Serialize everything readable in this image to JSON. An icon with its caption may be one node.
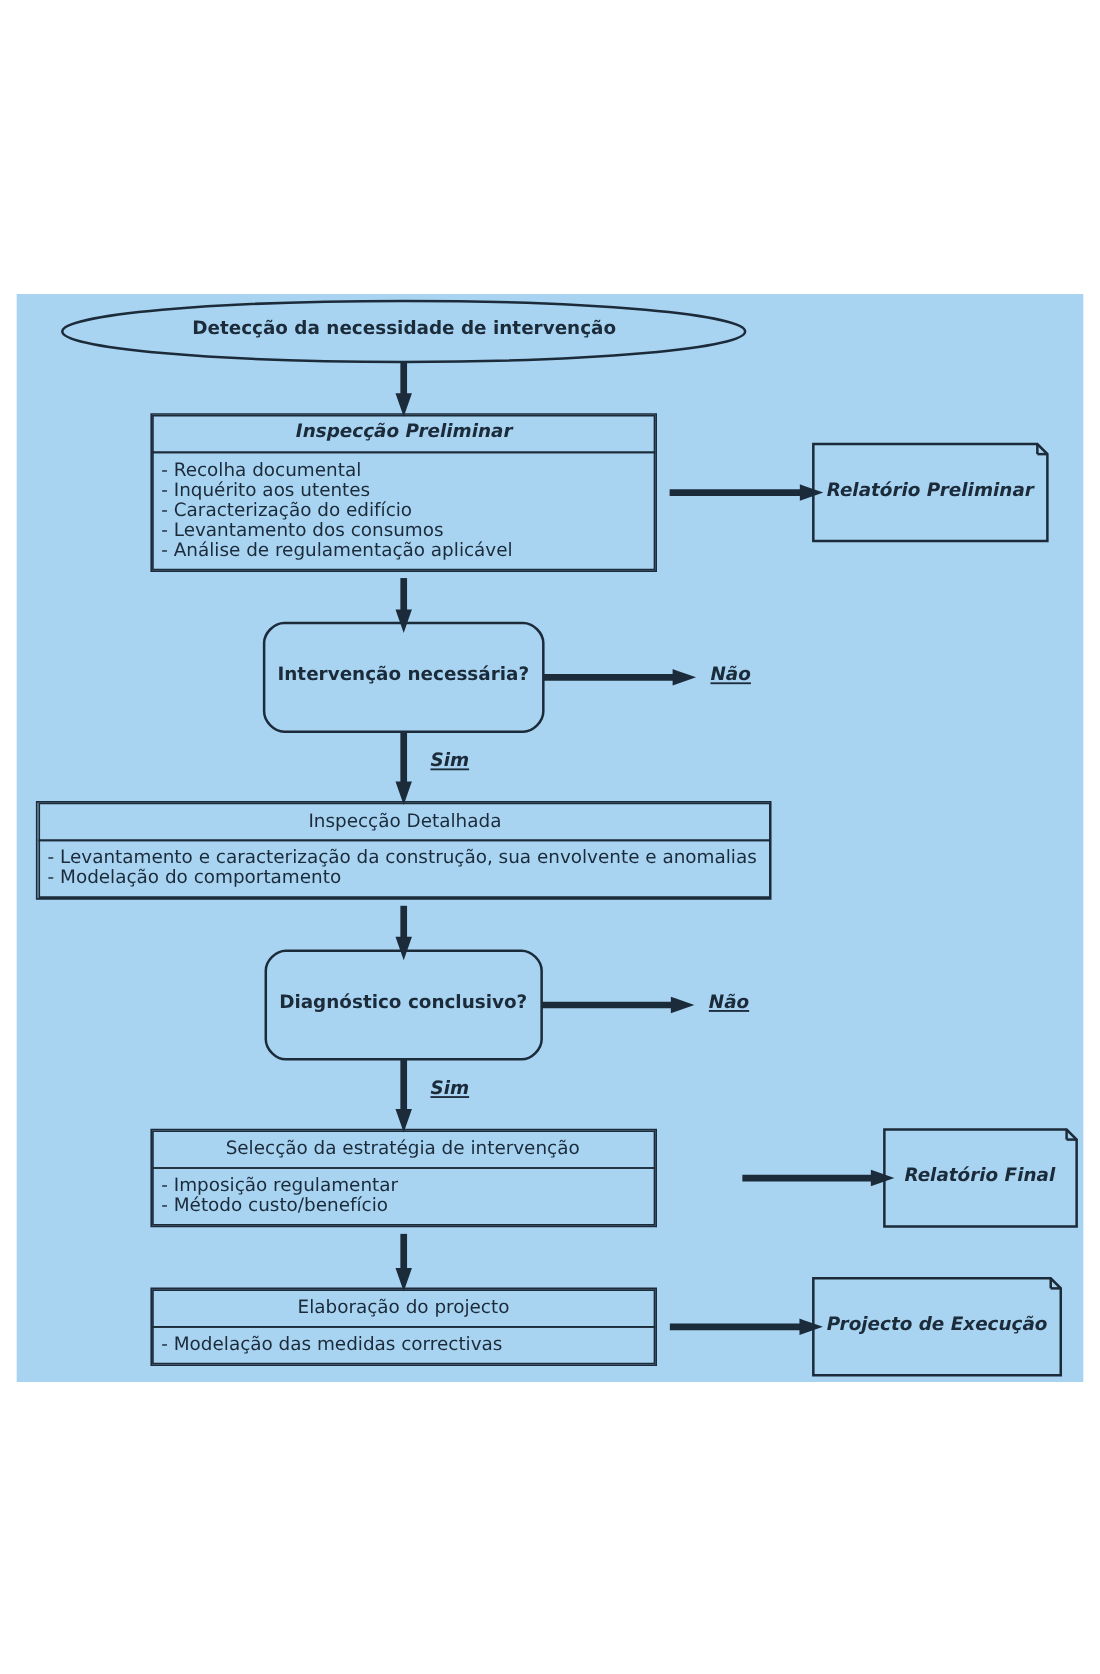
{
  "diagram": {
    "nodes": [
      {
        "text": [
          "Detecção da necessidade de intervenção"
        ]
      },
      {
        "text": [
          "Inspecção Preliminar",
          "- Recolha documental",
          "- Inquérito aos utentes",
          "- Caracterização do edifício",
          "- Levantamento dos consumos",
          "- Análise de regulamentação aplicável"
        ]
      },
      {
        "text": [
          "Relatório Preliminar"
        ]
      },
      {
        "text": [
          "Intervenção necessária?"
        ]
      },
      {
        "text": [
          "Não"
        ]
      },
      {
        "text": [
          "Inspecção Detalhada",
          "- Levantamento e caracterização da construção, sua envolvente e anomalias",
          "- Modelação do comportamento"
        ]
      },
      {
        "text": [
          "Diagnóstico conclusivo?"
        ]
      },
      {
        "text": [
          "Não"
        ]
      },
      {
        "text": [
          "Relatório Final"
        ]
      },
      {
        "text": [
          "Selecção da estratégia de intervenção",
          "- Imposição regulamentar",
          "- Método custo/benefício"
        ]
      },
      {
        "text": [
          "Elaboração do projecto",
          "- Modelação das medidas correctivas"
        ]
      },
      {
        "text": [
          "Projecto de Execução"
        ]
      }
    ],
    "edges": [
      {
        "from": 0,
        "to": 1,
        "arrow": "to"
      },
      {
        "from": 1,
        "to": 2,
        "arrow": "to"
      },
      {
        "from": 1,
        "to": 3,
        "arrow": "to"
      },
      {
        "from": 3,
        "to": 4,
        "arrow": "to"
      },
      {
        "from": 3,
        "to": 5,
        "arrow": "to",
        "label": "Sim"
      },
      {
        "from": 5,
        "to": 6,
        "arrow": "to"
      },
      {
        "from": 6,
        "to": 7,
        "arrow": "to"
      },
      {
        "from": 6,
        "to": 9,
        "arrow": "to",
        "label": "Sim"
      },
      {
        "from": null,
        "to": 8,
        "arrow": "to"
      },
      {
        "from": 9,
        "to": 10,
        "arrow": "to"
      },
      {
        "from": 10,
        "to": 11,
        "arrow": "to"
      }
    ]
  }
}
